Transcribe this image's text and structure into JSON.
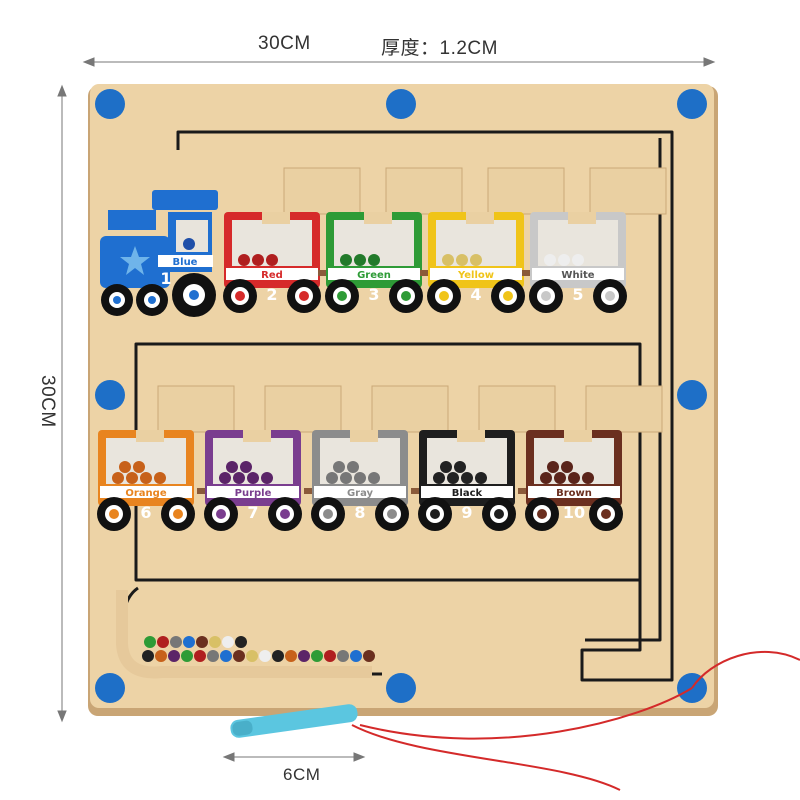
{
  "dimensions": {
    "width": "30CM",
    "thickness": "厚度：1.2CM",
    "height": "30CM",
    "pen_length": "6CM"
  },
  "colors": {
    "board": "#edd3a6",
    "board_edge": "#c9a575",
    "groove": "#1a1a1a",
    "magnet": "#1e6fc7",
    "pen": "#5bc6e0",
    "string": "#d42a2a"
  },
  "train": {
    "engine": {
      "label": "Blue",
      "number": "1",
      "color": "#1f6fd0"
    },
    "cars_top": [
      {
        "label": "Red",
        "number": "2",
        "color": "#d62a2a",
        "bead": "#b01f1f"
      },
      {
        "label": "Green",
        "number": "3",
        "color": "#2e9b36",
        "bead": "#227a2a"
      },
      {
        "label": "Yellow",
        "number": "4",
        "color": "#f0c419",
        "bead": "#d8c066"
      },
      {
        "label": "White",
        "number": "5",
        "color": "#c8c8c8",
        "bead": "#eeeeee"
      }
    ],
    "cars_bottom": [
      {
        "label": "Orange",
        "number": "6",
        "color": "#e8841f",
        "bead": "#c7611a"
      },
      {
        "label": "Purple",
        "number": "7",
        "color": "#7a3d8f",
        "bead": "#5b2468"
      },
      {
        "label": "Gray",
        "number": "8",
        "color": "#8c8c8c",
        "bead": "#777777"
      },
      {
        "label": "Black",
        "number": "9",
        "color": "#1e1e1e",
        "bead": "#222222"
      },
      {
        "label": "Brown",
        "number": "10",
        "color": "#6b2f1f",
        "bead": "#5a241a"
      }
    ]
  }
}
